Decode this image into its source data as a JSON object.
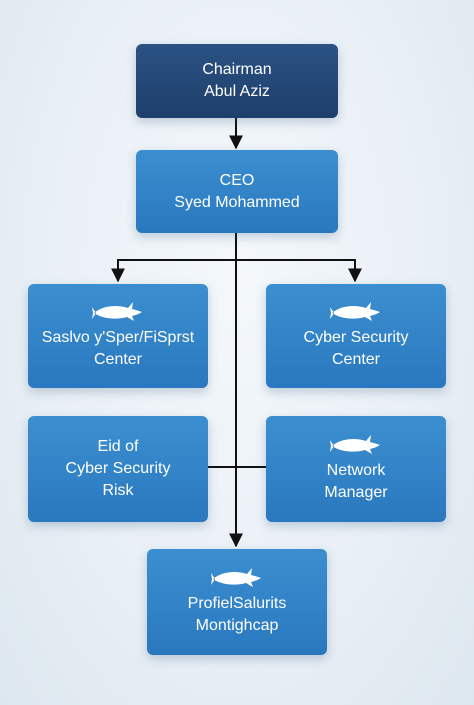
{
  "chairman": {
    "title": "Chairman",
    "name": "Abul Aziz"
  },
  "ceo": {
    "title": "CEO",
    "name": "Syed Mohammed"
  },
  "units": {
    "left_top": {
      "line1": "Saslvo y'Sper/FiSprst",
      "line2": "Center",
      "icon": "shark-icon"
    },
    "right_top": {
      "line1": "Cyber Security",
      "line2": "Center",
      "icon": "shark-icon"
    },
    "left_mid": {
      "line1": "Eid of",
      "line2": "Cyber Security",
      "line3": "Risk"
    },
    "right_mid": {
      "line1": "Network",
      "line2": "Manager",
      "icon": "shark-icon"
    },
    "bottom": {
      "line1": "ProfielSalurits",
      "line2": "Montighcap",
      "icon": "shark-icon"
    }
  },
  "colors": {
    "top_box": "#1e3f6b",
    "box": "#2a78bf",
    "connector": "#111111"
  }
}
